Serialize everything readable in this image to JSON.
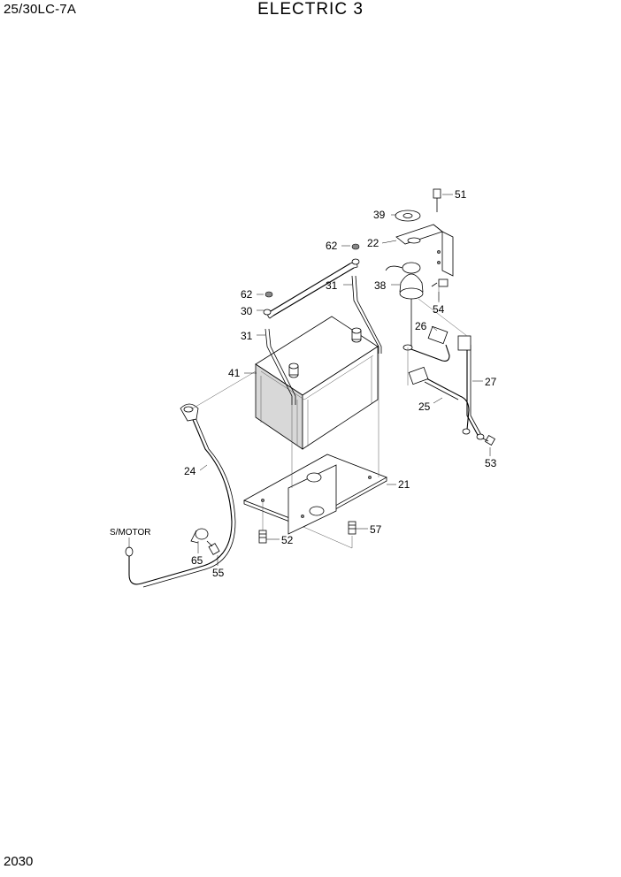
{
  "header": {
    "model": "25/30LC-7A",
    "title": "ELECTRIC 3"
  },
  "footer": {
    "page_number": "2030"
  },
  "parts": [
    {
      "id": "p51",
      "label": "51"
    },
    {
      "id": "p39",
      "label": "39"
    },
    {
      "id": "p22",
      "label": "22"
    },
    {
      "id": "p62a",
      "label": "62"
    },
    {
      "id": "p31a",
      "label": "31"
    },
    {
      "id": "p38",
      "label": "38"
    },
    {
      "id": "p62b",
      "label": "62"
    },
    {
      "id": "p30",
      "label": "30"
    },
    {
      "id": "p54",
      "label": "54"
    },
    {
      "id": "p26",
      "label": "26"
    },
    {
      "id": "p31b",
      "label": "31"
    },
    {
      "id": "p41",
      "label": "41"
    },
    {
      "id": "p27",
      "label": "27"
    },
    {
      "id": "p25",
      "label": "25"
    },
    {
      "id": "p53",
      "label": "53"
    },
    {
      "id": "p24",
      "label": "24"
    },
    {
      "id": "p21",
      "label": "21"
    },
    {
      "id": "p57",
      "label": "57"
    },
    {
      "id": "smotor",
      "label": "S/MOTOR"
    },
    {
      "id": "p52",
      "label": "52"
    },
    {
      "id": "p65",
      "label": "65"
    },
    {
      "id": "p55",
      "label": "55"
    }
  ]
}
